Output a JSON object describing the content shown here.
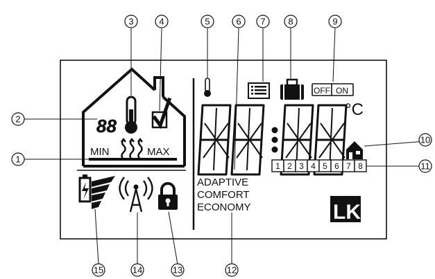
{
  "callouts": [
    "1",
    "2",
    "3",
    "4",
    "5",
    "6",
    "7",
    "8",
    "9",
    "10",
    "11",
    "12",
    "13",
    "14",
    "15"
  ],
  "house": {
    "digits": "88",
    "min_label": "MIN",
    "max_label": "MAX"
  },
  "clock": {
    "unit": "°C"
  },
  "switch": {
    "off_label": "OFF",
    "on_label": "ON"
  },
  "days": [
    "1",
    "2",
    "3",
    "4",
    "5",
    "6",
    "7",
    "8"
  ],
  "modes": [
    "ADAPTIVE",
    "COMFORT",
    "ECONOMY"
  ],
  "logo": {
    "text": "LK"
  },
  "colors": {
    "ink": "#111111",
    "background": "#ffffff"
  }
}
